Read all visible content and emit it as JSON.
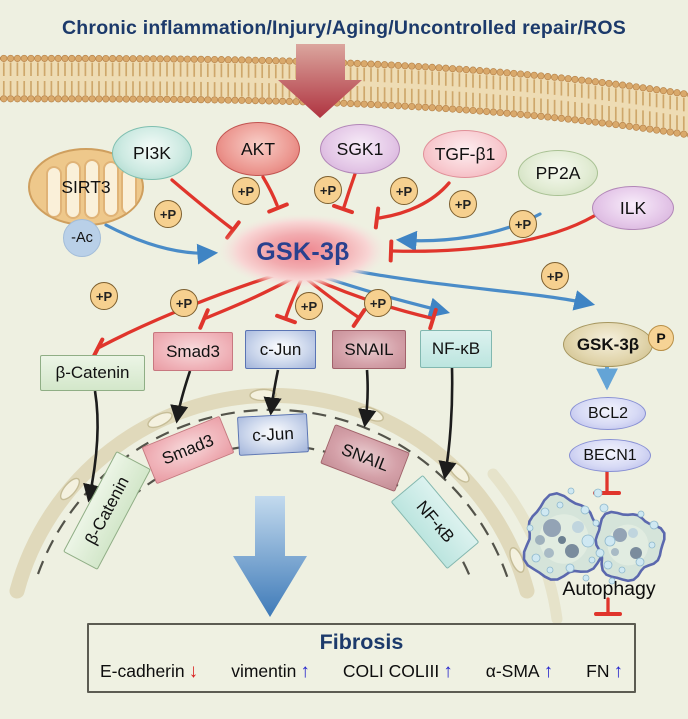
{
  "figure": {
    "title": "Chronic inflammation/Injury/Aging/Uncontrolled repair/ROS"
  },
  "upstream": {
    "sirt3": "SIRT3",
    "pi3k": "PI3K",
    "akt": "AKT",
    "sgk1": "SGK1",
    "tgfb1": "TGF-β1",
    "pp2a": "PP2A",
    "ilk": "ILK"
  },
  "center": {
    "gsk3b": "GSK-3β"
  },
  "badges": {
    "plus_p": "+P",
    "minus_ac": "-Ac",
    "p": "P"
  },
  "targets": {
    "b_catenin": "β-Catenin",
    "smad3": "Smad3",
    "c_jun": "c-Jun",
    "snail": "SNAIL",
    "nfkb": "NF-κB"
  },
  "nucleus": {
    "b_catenin": "β-Catenin",
    "smad3": "Smad3",
    "c_jun": "c-Jun",
    "snail": "SNAIL",
    "nfkb": "NF-κB"
  },
  "right_pathway": {
    "gsk3b_p": "GSK-3β",
    "bcl2": "BCL2",
    "becn1": "BECN1",
    "autophagy": "Autophagy"
  },
  "fibrosis": {
    "title": "Fibrosis",
    "markers": [
      {
        "label": "E-cadherin",
        "arrow": "↓",
        "trend": "down"
      },
      {
        "label": "vimentin",
        "arrow": "↑",
        "trend": "up"
      },
      {
        "label": "COLI COLIII",
        "arrow": "↑",
        "trend": "up"
      },
      {
        "label": "α-SMA",
        "arrow": "↑",
        "trend": "up"
      },
      {
        "label": "FN",
        "arrow": "↑",
        "trend": "up"
      }
    ]
  },
  "colors": {
    "inhibition_red": "#e0352c",
    "activation_blue": "#4a8cc8",
    "marker_up_blue": "#2424cc",
    "marker_down_red": "#d91d1d",
    "title_navy": "#1c3a6b",
    "membrane_tan": "#d9a96b"
  }
}
